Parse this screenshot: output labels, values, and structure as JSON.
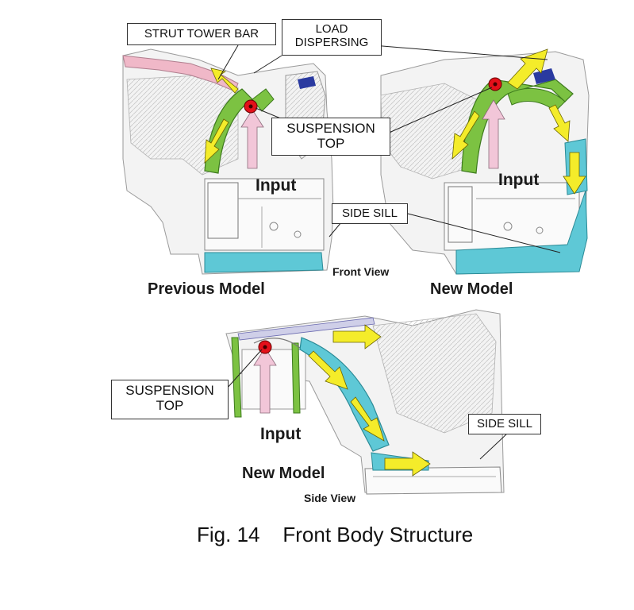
{
  "labels": {
    "strut_tower_bar": "STRUT TOWER BAR",
    "load_dispersing": "LOAD\nDISPERSING",
    "suspension_top_front": "SUSPENSION\nTOP",
    "side_sill_front": "SIDE SILL",
    "input_prev": "Input",
    "input_new_front": "Input",
    "front_view": "Front View",
    "previous_model": "Previous Model",
    "new_model_front": "New Model",
    "suspension_top_side": "SUSPENSION\nTOP",
    "side_sill_side": "SIDE SILL",
    "input_side": "Input",
    "new_model_side": "New Model",
    "side_view": "Side View"
  },
  "caption": "Fig. 14    Front Body Structure",
  "colors": {
    "reinforcement_green": "#7cc242",
    "sill_cyan": "#5ec8d6",
    "arrow_yellow": "#f4ec2a",
    "input_pink": "#f2c6d8",
    "suspension_red": "#e3101a",
    "strut_bar_pink": "#f0b8c8",
    "bracket_blue": "#2a3aa0"
  }
}
